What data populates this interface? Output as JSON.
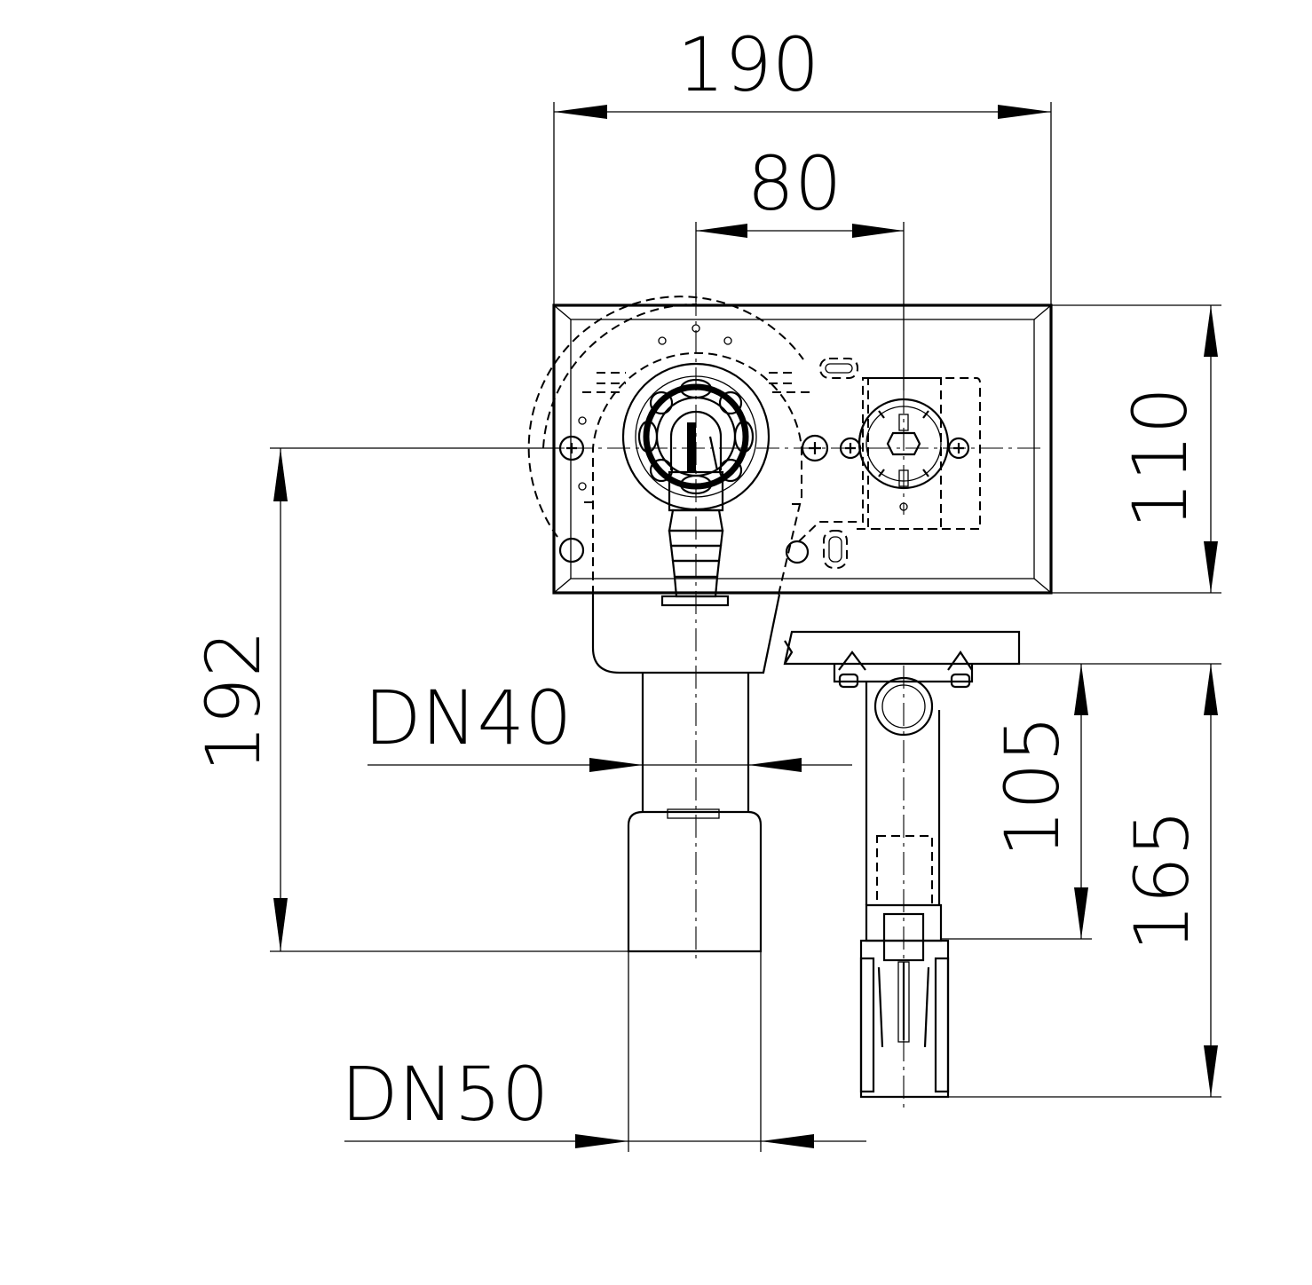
{
  "dimensions": {
    "overall_width": "190",
    "center_spacing": "80",
    "box_height": "110",
    "drain_height": "192",
    "side_depth": "105",
    "side_height": "165"
  },
  "pipes": {
    "inner_outlet": "DN40",
    "outer_outlet": "DN50"
  }
}
